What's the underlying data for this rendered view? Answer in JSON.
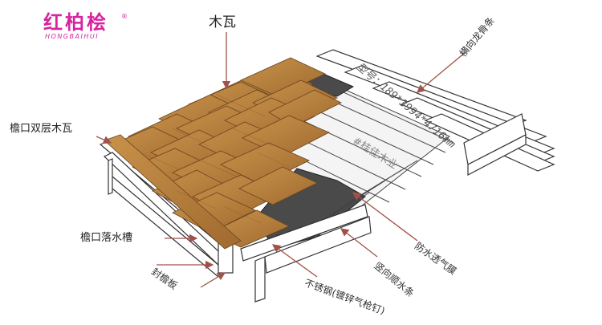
{
  "brand": {
    "name": "红柏桧",
    "subtitle": "HONGBAIHUI",
    "reg_mark": "®",
    "color": "#d6249f"
  },
  "labels": {
    "wood_shingle": "木瓦",
    "eave_double_layer": "檐口双层木瓦",
    "eave_gutter": "檐口落水槽",
    "fascia_board": "封檐板",
    "stainless_nail": "不锈钢(镀锌气枪钉)",
    "vertical_strip": "竖向顺水条",
    "waterproof_membrane": "防水透气膜",
    "horizontal_keel": "横向龙骨条",
    "model_spec": "型号：189*3994*4716mm",
    "watermark": "#桂佳木业"
  },
  "colors": {
    "shingle": "#b07838",
    "membrane": "#4a4a4a",
    "arrow": "#a0524a"
  }
}
